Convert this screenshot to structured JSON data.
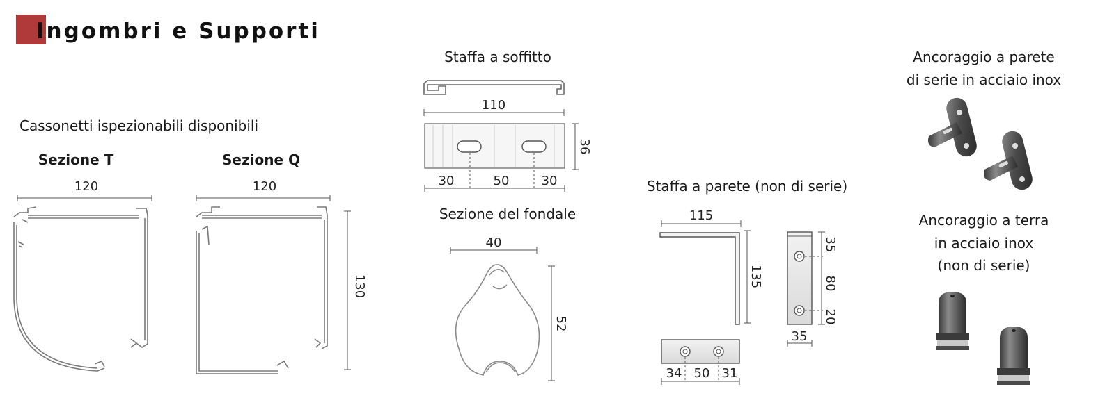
{
  "header": {
    "title": "Ingombri e Supporti",
    "accent_color": "#b03a3a"
  },
  "cassonetti": {
    "heading": "Cassonetti ispezionabili disponibili",
    "sezione_t": {
      "label": "Sezione T",
      "width": "120"
    },
    "sezione_q": {
      "label": "Sezione Q",
      "width": "120",
      "height": "130"
    }
  },
  "staffa_soffitto": {
    "title": "Staffa a soffitto",
    "length": "110",
    "height": "36",
    "seg_left": "30",
    "seg_mid": "50",
    "seg_right": "30"
  },
  "fondale": {
    "title": "Sezione del fondale",
    "width": "40",
    "height": "52"
  },
  "staffa_parete": {
    "title": "Staffa a parete (non di serie)",
    "arm_length": "115",
    "arm_height": "135",
    "plate_top": "35",
    "plate_mid": "80",
    "plate_bottom": "20",
    "plate_width": "35",
    "base_left": "34",
    "base_mid": "50",
    "base_right": "31"
  },
  "ancoraggio_parete": {
    "line1": "Ancoraggio a parete",
    "line2": "di serie in acciaio inox"
  },
  "ancoraggio_terra": {
    "line1": "Ancoraggio a terra",
    "line2": "in acciaio inox",
    "line3": "(non di serie)"
  }
}
